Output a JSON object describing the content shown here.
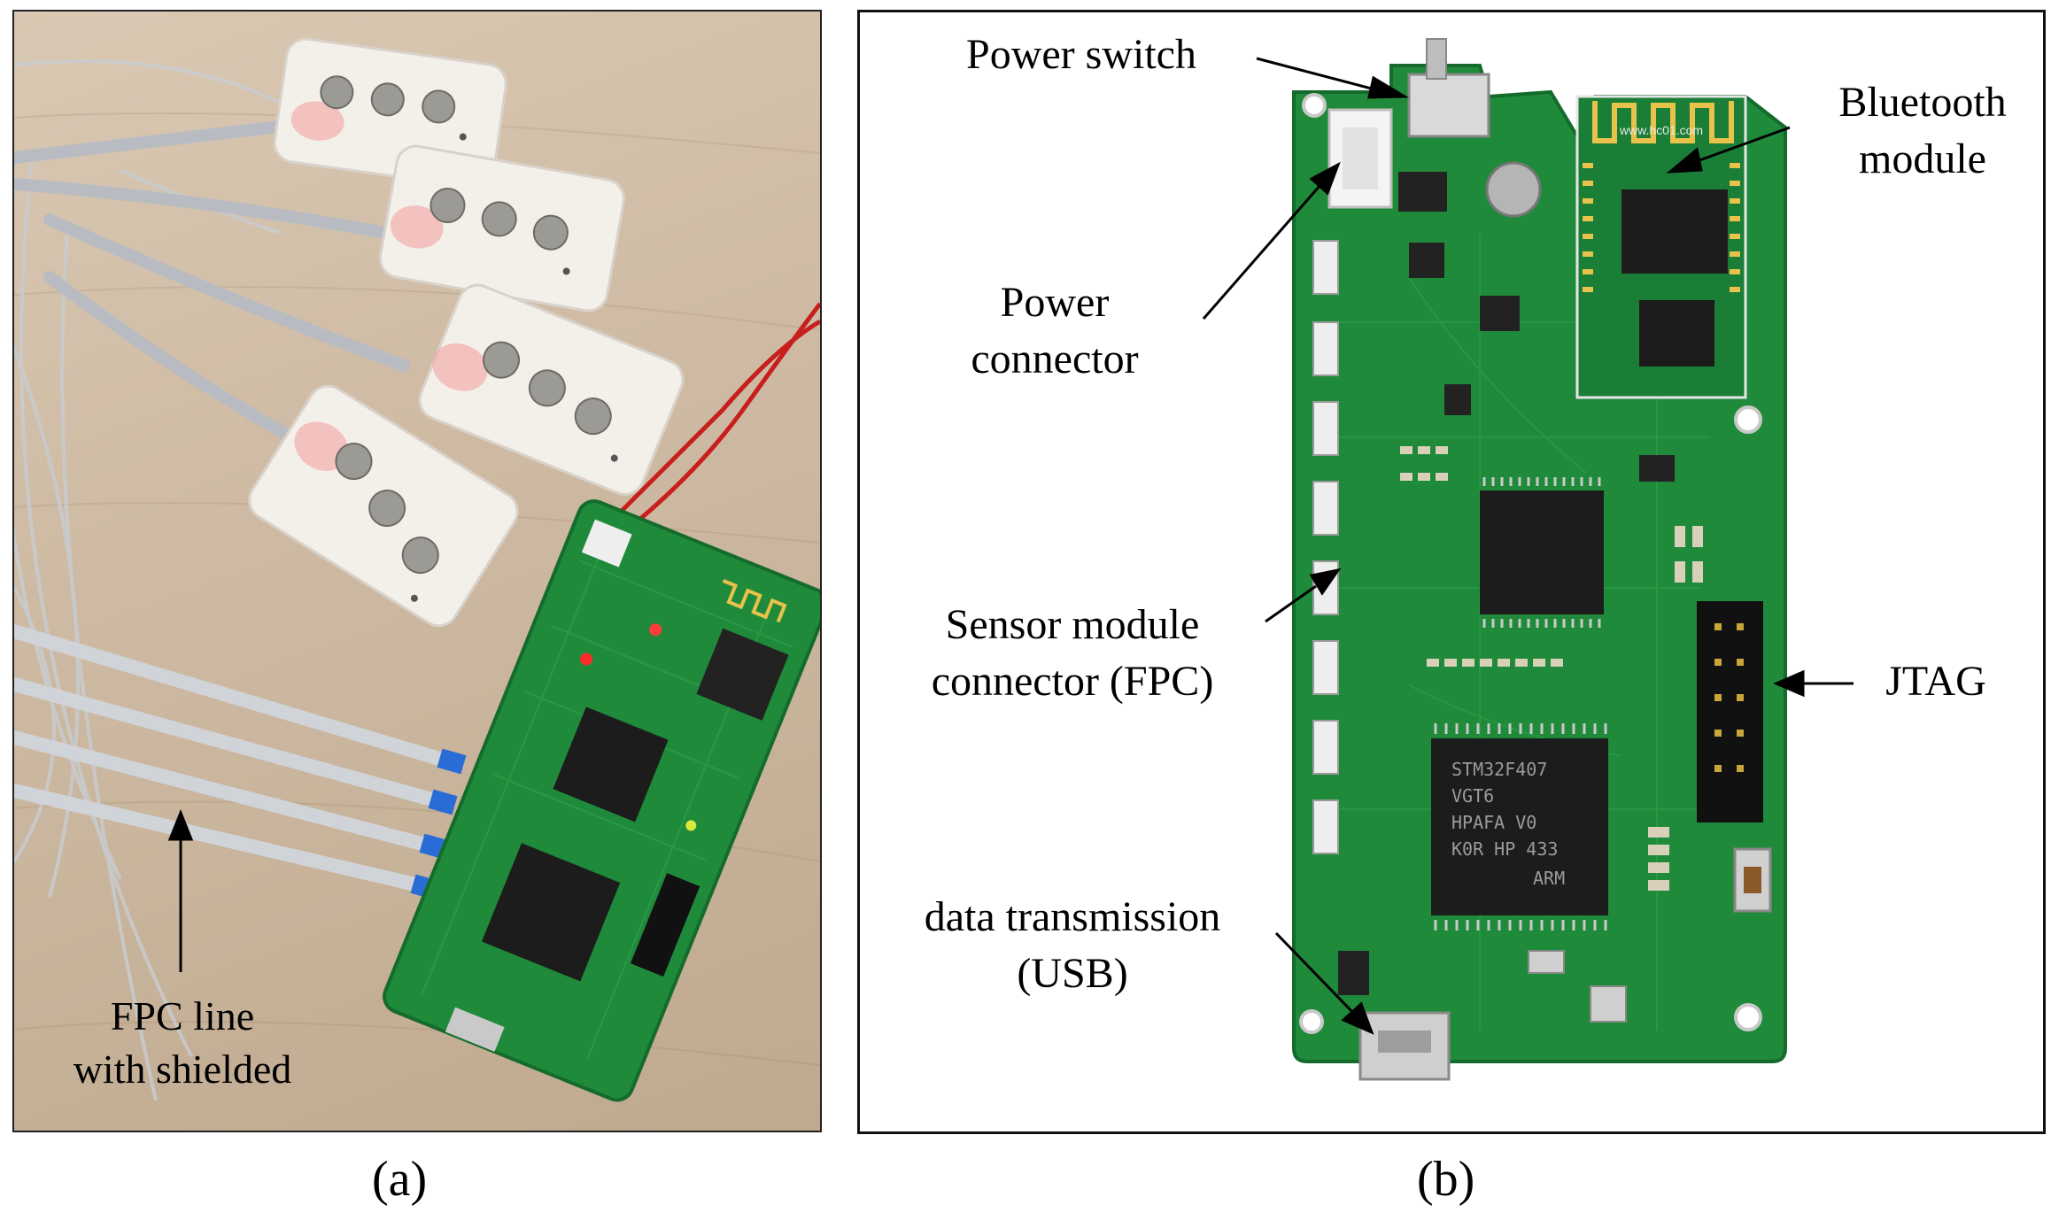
{
  "panel_a": {
    "caption": "(a)",
    "fpc_label_line1": "FPC line",
    "fpc_label_line2": "with shielded"
  },
  "panel_b": {
    "caption": "(b)",
    "labels": {
      "power_switch": "Power switch",
      "bluetooth_line1": "Bluetooth",
      "bluetooth_line2": "module",
      "power_connector_line1": "Power",
      "power_connector_line2": "connector",
      "sensor_line1": "Sensor module",
      "sensor_line2": "connector (FPC)",
      "jtag": "JTAG",
      "usb_line1": "data transmission",
      "usb_line2": "(USB)"
    },
    "chip_text": [
      "STM32F407",
      "VGT6",
      "HPAFA V0",
      "K0R HP 433",
      "ARM"
    ],
    "bt_url": "www.hc01.com"
  },
  "colors": {
    "pcb_green": "#1f8a3a",
    "pcb_dark": "#146b2c",
    "sensor_white": "#f2eee8",
    "desk": "#cfbba4"
  }
}
